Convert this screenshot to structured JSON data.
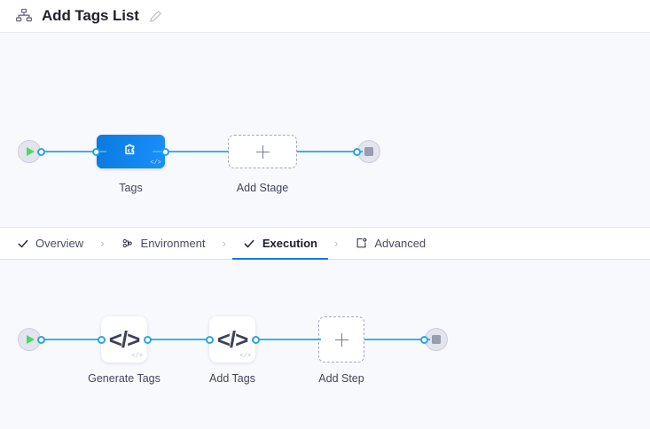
{
  "header": {
    "icon": "pipeline-icon",
    "title": "Add Tags List",
    "edit_icon": "pencil-icon"
  },
  "stage_canvas": {
    "name": "stage-graph",
    "start_node": {
      "icon": "play-icon",
      "label": ""
    },
    "end_node": {
      "icon": "stop-icon",
      "label": ""
    },
    "nodes": [
      {
        "id": "tags-stage",
        "label": "Tags",
        "type": "stage",
        "icon": "code-puzzle-icon",
        "badge": "</>",
        "selected": true
      },
      {
        "id": "add-stage",
        "label": "Add Stage",
        "type": "add",
        "icon": "plus-icon"
      }
    ]
  },
  "tabs": {
    "items": [
      {
        "id": "overview",
        "label": "Overview",
        "icon": "check-icon",
        "active": false
      },
      {
        "id": "environment",
        "label": "Environment",
        "icon": "infrastructure-icon",
        "active": false
      },
      {
        "id": "execution",
        "label": "Execution",
        "icon": "check-icon",
        "active": true
      },
      {
        "id": "advanced",
        "label": "Advanced",
        "icon": "advanced-box-gear-icon",
        "active": false
      }
    ],
    "separator": "›"
  },
  "step_canvas": {
    "name": "execution-graph",
    "start_node": {
      "icon": "play-icon"
    },
    "end_node": {
      "icon": "stop-icon"
    },
    "nodes": [
      {
        "id": "generate-tags",
        "label": "Generate Tags",
        "type": "step",
        "icon": "code-icon",
        "glyph": "</>",
        "badge": "</>"
      },
      {
        "id": "add-tags",
        "label": "Add Tags",
        "type": "step",
        "icon": "code-icon",
        "glyph": "</>",
        "badge": "</>"
      },
      {
        "id": "add-step",
        "label": "Add Step",
        "type": "add",
        "icon": "plus-icon"
      }
    ]
  },
  "colors": {
    "accent": "#0b7ce0",
    "edge": "#3bb3e8",
    "canvas_bg": "#f8f9fd",
    "start_green": "#4cd964",
    "stop_gray": "#9a9cb0"
  }
}
